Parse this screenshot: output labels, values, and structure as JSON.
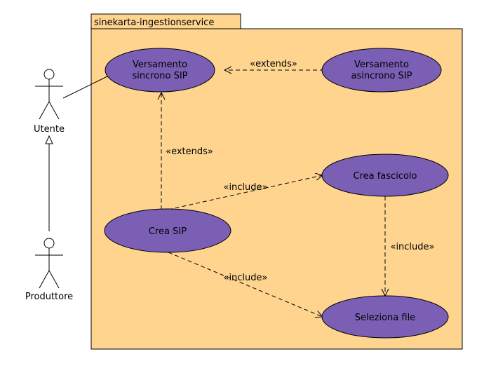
{
  "package": {
    "name": "sinekarta-ingestionservice",
    "fill": "#fed48f",
    "stroke": "#000000"
  },
  "actors": {
    "utente": {
      "label": "Utente"
    },
    "produttore": {
      "label": "Produttore"
    }
  },
  "usecase_style": {
    "fill": "#7a5fb4",
    "stroke": "#000000"
  },
  "usecases": {
    "versamento_sincrono": {
      "lines": [
        "Versamento",
        "sincrono SIP"
      ]
    },
    "versamento_asincrono": {
      "lines": [
        "Versamento",
        "asincrono SIP"
      ]
    },
    "crea_fascicolo": {
      "lines": [
        "Crea fascicolo"
      ]
    },
    "crea_sip": {
      "lines": [
        "Crea SIP"
      ]
    },
    "seleziona_file": {
      "lines": [
        "Seleziona file"
      ]
    }
  },
  "relations": {
    "asincrono_extends_sincrono": "«extends»",
    "creasip_extends_sincrono": "«extends»",
    "creasip_include_fascicolo": "«include»",
    "creasip_include_seleziona": "«include»",
    "fascicolo_include_seleziona": "«include»"
  }
}
